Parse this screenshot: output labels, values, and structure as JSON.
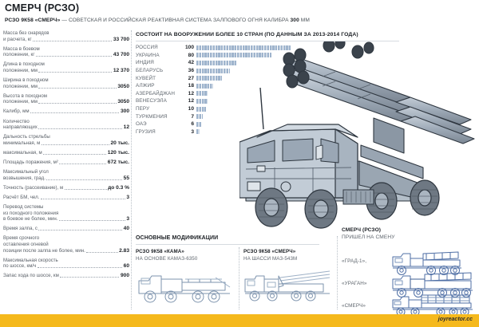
{
  "header": {
    "title": "СМЕРЧ (РСЗО)",
    "subtitle_strong": "РСЗО 9К58 «СМЕРЧ»",
    "subtitle_mid": " — СОВЕТСКАЯ И РОССИЙСКАЯ РЕАКТИВНАЯ СИСТЕМА ЗАЛПОВОГО ОГНЯ КАЛИБРА ",
    "subtitle_caliber": "300",
    "subtitle_end": " ММ"
  },
  "specs": [
    {
      "lines": [
        "Масса без снарядов"
      ],
      "last": "и расчета, кг",
      "value": "33 700"
    },
    {
      "lines": [
        "Масса в боевом"
      ],
      "last": "положении, кг",
      "value": "43 700"
    },
    {
      "lines": [
        "Длина в походном"
      ],
      "last": "положении, мм",
      "value": "12 370"
    },
    {
      "lines": [
        "Ширина в походном"
      ],
      "last": "положении, мм",
      "value": "3050"
    },
    {
      "lines": [
        "Высота в походном"
      ],
      "last": "положении, мм",
      "value": "3050"
    },
    {
      "lines": [],
      "last": "Калибр, мм",
      "value": "300"
    },
    {
      "lines": [
        "Количество"
      ],
      "last": "направляющих",
      "value": "12"
    },
    {
      "lines": [
        "Дальность стрельбы"
      ],
      "last": "минимальная, м",
      "value": "20 тыс."
    },
    {
      "lines": [],
      "last": "максимальная, м",
      "value": "120 тыс."
    },
    {
      "lines": [],
      "last": "Площадь поражения, м²",
      "value": "672 тыс."
    },
    {
      "lines": [
        "Максимальный угол"
      ],
      "last": "возвышения, град.",
      "value": "55"
    },
    {
      "lines": [],
      "last": "Точность (рассеивание), м",
      "value": "до 0.3 %"
    },
    {
      "lines": [],
      "last": "Расчёт БМ, чел.",
      "value": "3"
    },
    {
      "lines": [
        "Перевод системы",
        "из походного положения"
      ],
      "last": "в боевое не более, мин.",
      "value": "3"
    },
    {
      "lines": [],
      "last": "Время залпа, с",
      "value": "40"
    },
    {
      "lines": [
        "Время срочного",
        "оставления огневой"
      ],
      "last": "позиции после залпа не более, мин.",
      "value": "2.83"
    },
    {
      "lines": [
        "Максимальная скорость"
      ],
      "last": "по шоссе, км/ч",
      "value": "60"
    },
    {
      "lines": [],
      "last": "Запас хода по шоссе, км",
      "value": "900"
    }
  ],
  "chart_data": {
    "type": "bar",
    "title": "СОСТОИТ НА ВООРУЖЕНИИ БОЛЕЕ 10 СТРАН (ПО ДАННЫМ ЗА 2013-2014 ГОДА)",
    "xlabel": "",
    "ylabel": "",
    "orientation": "horizontal",
    "xlim": [
      0,
      100
    ],
    "grid": false,
    "legend": "none",
    "categories": [
      "РОССИЯ",
      "УКРАИНА",
      "ИНДИЯ",
      "БЕЛАРУСЬ",
      "КУВЕЙТ",
      "АЛЖИР",
      "АЗЕРБАЙДЖАН",
      "ВЕНЕСУЭЛА",
      "ПЕРУ",
      "ТУРКМЕНИЯ",
      "ОАЭ",
      "ГРУЗИЯ"
    ],
    "values": [
      100,
      80,
      42,
      36,
      27,
      18,
      12,
      12,
      10,
      7,
      6,
      3
    ],
    "bar_color": "#9fb4cd"
  },
  "modifications": {
    "title": "ОСНОВНЫЕ МОДИФИКАЦИИ",
    "items": [
      {
        "name": "РСЗО 9К58 «КАМА»",
        "note": "НА ОСНОВЕ КАМАЗ-6350"
      },
      {
        "name": "РСЗО 9К58 «СМЕРЧ»",
        "note": "НА ШАССИ МАЗ-543М"
      }
    ]
  },
  "successor": {
    "title": "СМЕРЧ (РСЗО)",
    "subtitle": "ПРИШЕЛ НА СМЕНУ",
    "items": [
      "«ГРАД-1»,",
      "«УРАГАН»",
      "«СМЕРЧ»"
    ]
  },
  "footer": {
    "brand": "joyreactor.cc",
    "color": "#f5b91d"
  }
}
